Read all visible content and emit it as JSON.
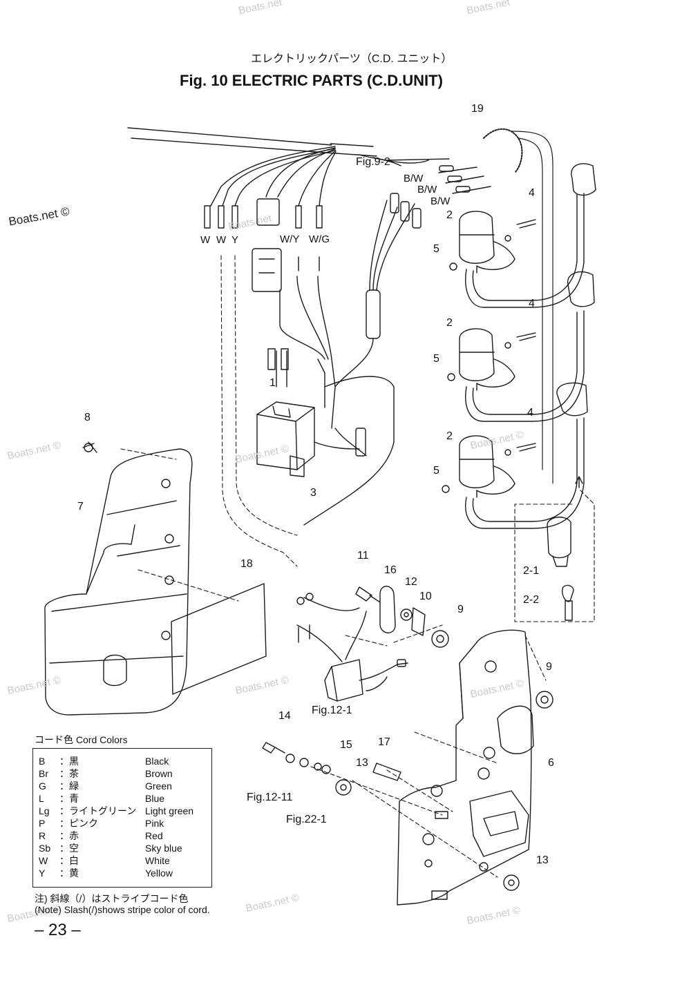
{
  "header": {
    "japanese_title": "エレクトリックパーツ（C.D. ユニット）",
    "title": "Fig. 10    ELECTRIC PARTS (C.D.UNIT)"
  },
  "watermarks": {
    "primary": "Boats.net ©",
    "faint": [
      "Boats.net",
      "Boats.net ©",
      "Boats.net ©",
      "Boats.net ©",
      "Boats.net ©",
      "Boats.net ©",
      "Boats.net ©",
      "Boats.net ©",
      "Boats.net ©",
      "Boats.net",
      "Boats.net"
    ]
  },
  "callouts": [
    "19",
    "4",
    "2",
    "5",
    "4",
    "2",
    "5",
    "4",
    "2",
    "5",
    "1",
    "3",
    "8",
    "7",
    "18",
    "11",
    "16",
    "12",
    "10",
    "9",
    "9",
    "6",
    "14",
    "15",
    "17",
    "13",
    "13",
    "2-1",
    "2-2"
  ],
  "wire_labels": [
    "W",
    "W",
    "Y",
    "W/Y",
    "W/G",
    "B/W",
    "B/W",
    "B/W"
  ],
  "figure_refs": [
    "Fig.9-2",
    "Fig.12-1",
    "Fig.12-11",
    "Fig.22-1"
  ],
  "legend": {
    "heading": "コード色   Cord Colors",
    "rows": [
      {
        "code": "B",
        "jp": "：黒",
        "en": "Black"
      },
      {
        "code": "Br",
        "jp": "：茶",
        "en": "Brown"
      },
      {
        "code": "G",
        "jp": "：緑",
        "en": "Green"
      },
      {
        "code": "L",
        "jp": "：青",
        "en": "Blue"
      },
      {
        "code": "Lg",
        "jp": "：ライトグリーン",
        "en": "Light green"
      },
      {
        "code": "P",
        "jp": "：ピンク",
        "en": "Pink"
      },
      {
        "code": "R",
        "jp": "：赤",
        "en": "Red"
      },
      {
        "code": "Sb",
        "jp": "：空",
        "en": "Sky blue"
      },
      {
        "code": "W",
        "jp": "：白",
        "en": "White"
      },
      {
        "code": "Y",
        "jp": "：黄",
        "en": "Yellow"
      }
    ]
  },
  "notes": {
    "japanese": "注) 斜線（/）はストライプコード色",
    "english": "(Note) Slash(/)shows stripe color of cord."
  },
  "page_number": "– 23 –"
}
